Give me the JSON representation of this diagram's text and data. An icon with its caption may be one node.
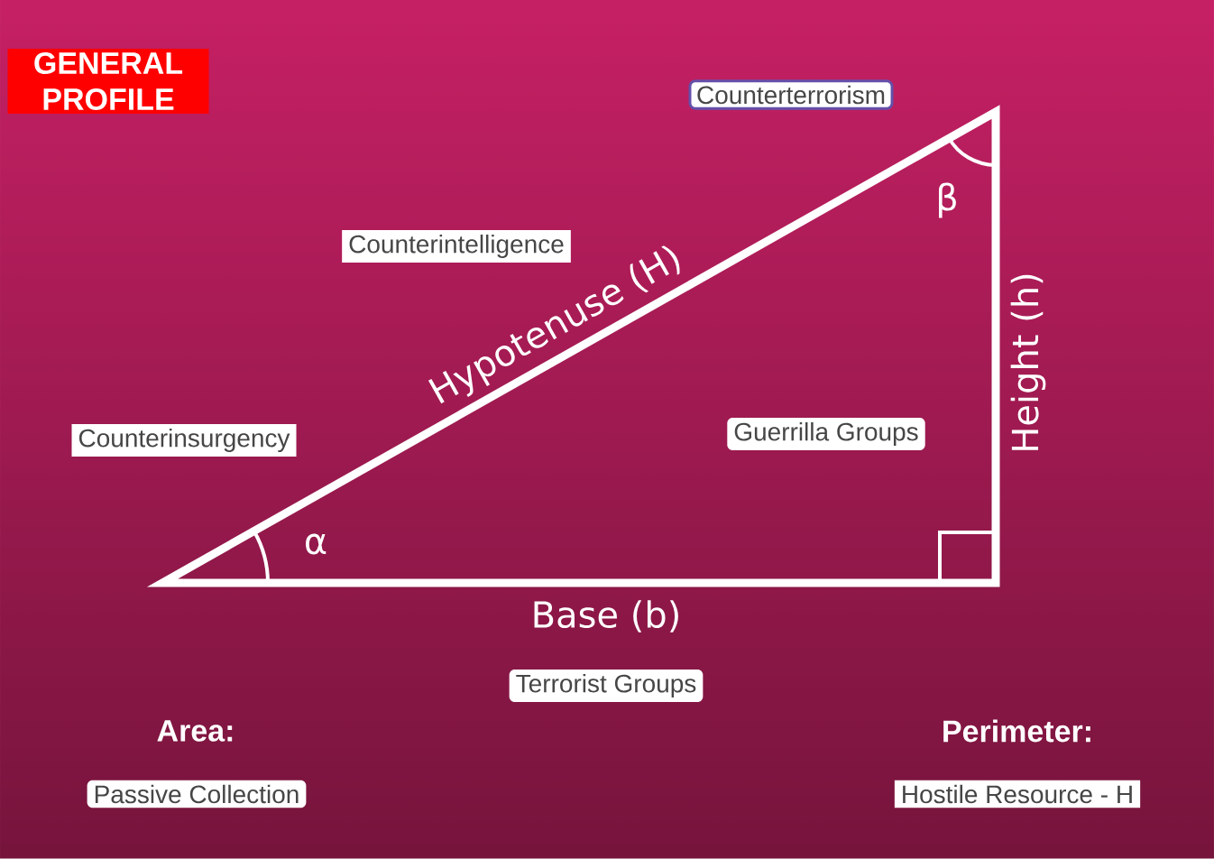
{
  "diagram": {
    "title": "GENERAL PROFILE",
    "nodes": [
      {
        "text": [
          "Counterterrorism"
        ]
      },
      {
        "text": [
          "Counterintelligence"
        ]
      },
      {
        "text": [
          "Counterinsurgency"
        ]
      },
      {
        "text": [
          "Guerrilla Groups"
        ]
      },
      {
        "text": [
          "Terrorist Groups"
        ]
      },
      {
        "text": [
          "Passive Collection"
        ]
      },
      {
        "text": [
          "Hostile Resource - H"
        ]
      }
    ],
    "labels": [
      "β",
      "Hypotenuse (H)",
      "Height (h)",
      "α",
      "Base (b)",
      "Area:",
      "Perimeter:"
    ]
  }
}
